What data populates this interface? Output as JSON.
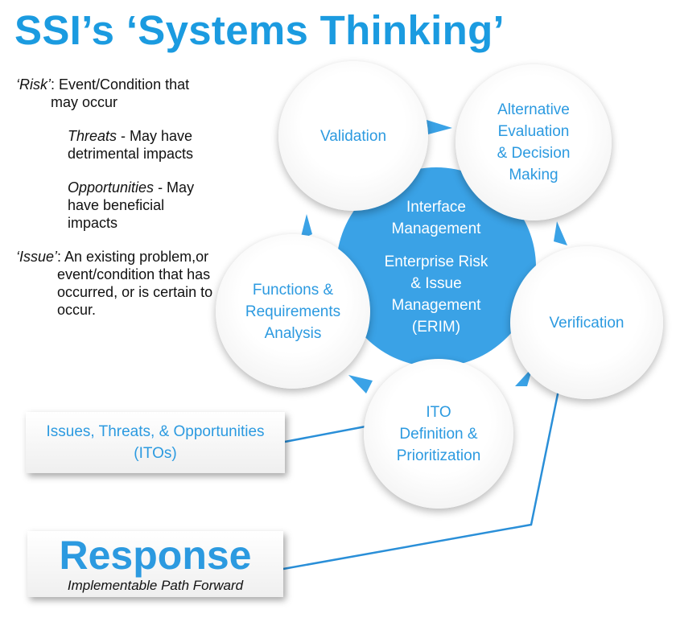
{
  "title": "SSI’s ‘Systems Thinking’",
  "definitions": {
    "risk_term": "‘Risk’",
    "risk_body": ": Event/Condition that may occur",
    "threats_term": "Threats",
    "threats_body": " - May have detrimental impacts",
    "opportunities_term": "Opportunities",
    "opportunities_body": " - May have beneficial impacts",
    "issue_term": "‘Issue’",
    "issue_body": ": An existing problem,or event/condition that has occurred, or is certain to occur."
  },
  "cycle": {
    "validation": "Validation",
    "alternative": "Alternative\nEvaluation\n& Decision\nMaking",
    "verification": "Verification",
    "ito_definition": "ITO\nDefinition &\nPrioritization",
    "functions": "Functions &\nRequirements\nAnalysis"
  },
  "center": {
    "interface": "Interface\nManagement",
    "erim": "Enterprise Risk\n& Issue\nManagement\n(ERIM)"
  },
  "ito_box": "Issues, Threats, & Opportunities\n(ITOs)",
  "response": {
    "title": "Response",
    "subtitle": "Implementable Path Forward"
  },
  "colors": {
    "accent": "#1b9be0",
    "center_fill": "#3aa2e6",
    "connector": "#2a8fd8"
  }
}
